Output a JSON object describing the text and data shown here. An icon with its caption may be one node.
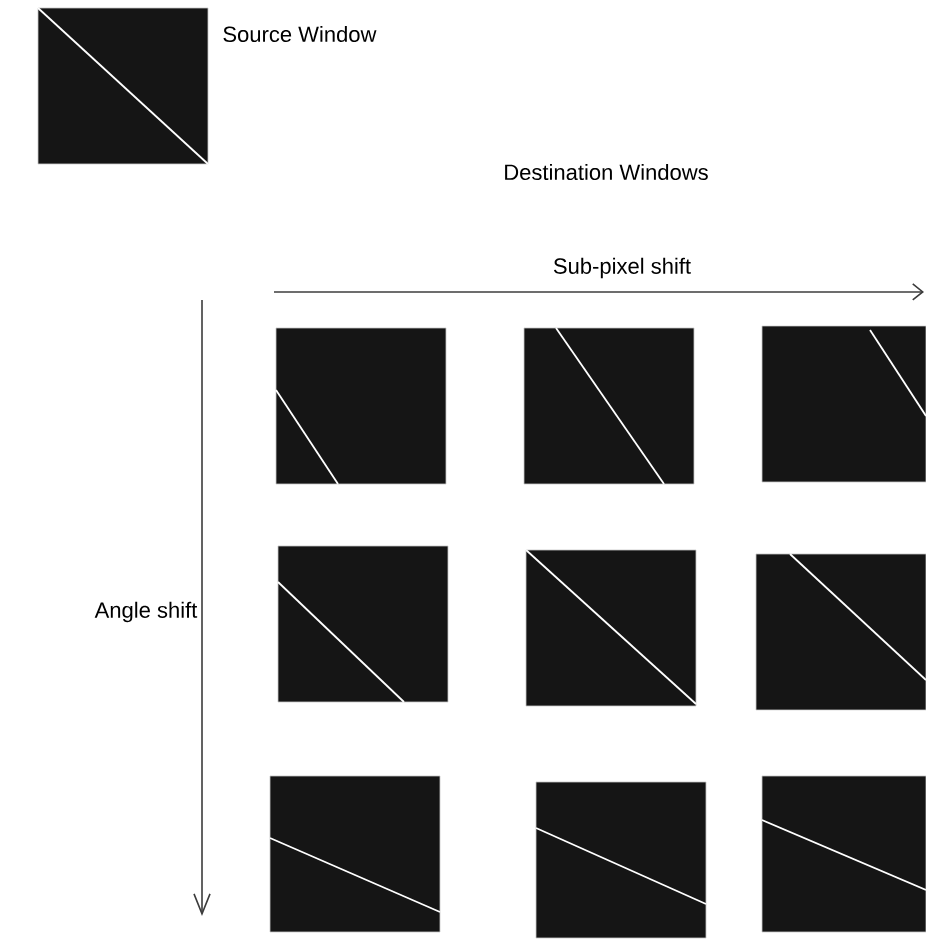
{
  "diagram": {
    "nodes": [
      {
        "text": [],
        "shape": "box",
        "beside": [
          "Source Window"
        ]
      },
      {
        "text": [],
        "shape": "box"
      },
      {
        "text": [],
        "shape": "box"
      },
      {
        "text": [],
        "shape": "box"
      },
      {
        "text": [],
        "shape": "box"
      },
      {
        "text": [],
        "shape": "box"
      },
      {
        "text": [],
        "shape": "box"
      },
      {
        "text": [],
        "shape": "box"
      },
      {
        "text": [],
        "shape": "box"
      },
      {
        "text": [],
        "shape": "box"
      }
    ],
    "labels": [
      "Destination Windows",
      "Sub-pixel shift",
      "Angle shift"
    ]
  }
}
